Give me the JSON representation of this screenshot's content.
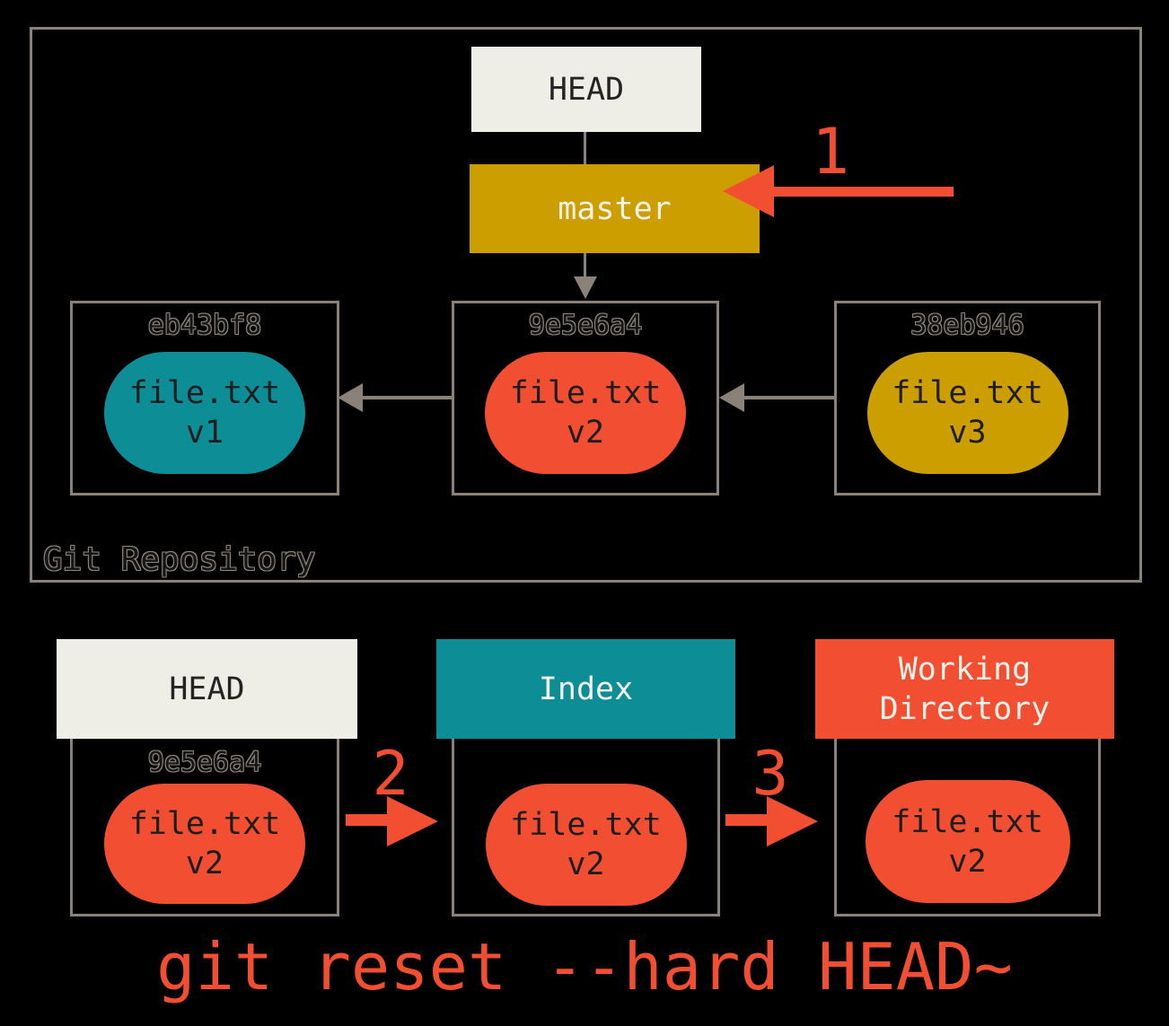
{
  "palette": {
    "bg": "#000000",
    "cream": "#EFEEE6",
    "gold": "#CC9E00",
    "teal": "#0D8D96",
    "red": "#F14E32",
    "border": "#8A8178",
    "darkText": "#242424",
    "lightText": "#F4F2EA",
    "ghostEdge": "#8F867C",
    "ghostFill": "#161616"
  },
  "repository": {
    "label": "Git Repository",
    "head_label": "HEAD",
    "branch_label": "master",
    "commits": [
      {
        "hash": "eb43bf8",
        "file": "file.txt",
        "version": "v1"
      },
      {
        "hash": "9e5e6a4",
        "file": "file.txt",
        "version": "v2"
      },
      {
        "hash": "38eb946",
        "file": "file.txt",
        "version": "v3"
      }
    ]
  },
  "workspace": {
    "head": {
      "title": "HEAD",
      "hash": "9e5e6a4",
      "file": "file.txt",
      "version": "v2"
    },
    "index": {
      "title": "Index",
      "file": "file.txt",
      "version": "v2"
    },
    "working": {
      "title": "Working Directory",
      "file": "file.txt",
      "version": "v2"
    }
  },
  "steps": {
    "step1": "1",
    "step2": "2",
    "step3": "3"
  },
  "caption": "git reset --hard HEAD~"
}
